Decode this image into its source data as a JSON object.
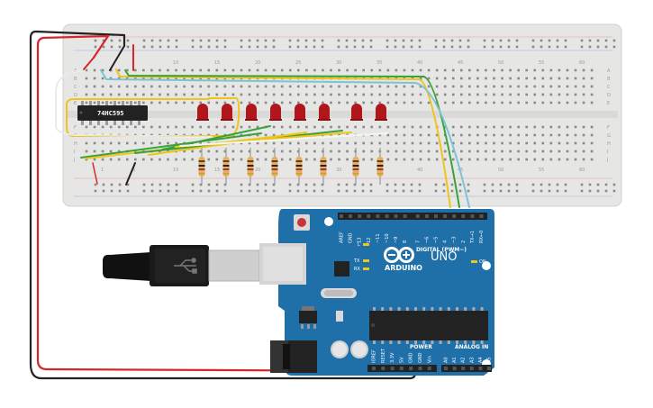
{
  "chip": {
    "label": "74HC595"
  },
  "breadboard": {
    "column_numbers_top": [
      "10",
      "15",
      "20",
      "25",
      "30",
      "35",
      "40",
      "45",
      "50",
      "55",
      "60"
    ],
    "column_numbers_bottom": [
      "1",
      "5",
      "10",
      "15",
      "20",
      "25",
      "30",
      "35",
      "40",
      "45",
      "50",
      "55",
      "60"
    ],
    "row_letters_right_top": [
      "A",
      "B",
      "C",
      "D",
      "E"
    ],
    "row_letters_right_bottom": [
      "F",
      "G",
      "H",
      "I",
      "J"
    ],
    "row_letters_left_top": [
      "A",
      "B",
      "C",
      "D",
      "E"
    ],
    "row_letters_left_bottom": [
      "F",
      "G",
      "H",
      "I",
      "J"
    ],
    "led_count": 8,
    "resistor_count": 8
  },
  "arduino": {
    "model_label": "UNO",
    "brand_label": "ARDUINO",
    "digital_header": "DIGITAL (PWM~)",
    "digital_pins_top": [
      "AREF",
      "GND",
      "13",
      "12",
      "~11",
      "~10",
      "~9",
      "8",
      "7",
      "~6",
      "~5",
      "4",
      "~3",
      "2",
      "TX→1",
      "RX←0"
    ],
    "power_header": "POWER",
    "analog_header": "ANALOG IN",
    "power_pins": [
      "IOREF",
      "RESET",
      "3.3V",
      "5V",
      "GND",
      "GND",
      "Vin"
    ],
    "analog_pins": [
      "A0",
      "A1",
      "A2",
      "A3",
      "A4",
      "A5"
    ],
    "on_label": "ON",
    "l_label": "L",
    "tx_label": "TX",
    "rx_label": "RX"
  },
  "colors": {
    "board_blue": "#1f6fa8",
    "breadboard": "#e8e8e6",
    "led_red": "#b0161b",
    "wire_red": "#d6262b",
    "wire_black": "#222222",
    "wire_green": "#3aa13a",
    "wire_yellow": "#f0c419",
    "wire_lightblue": "#7cc3d8",
    "wire_white": "#f5f5f5"
  }
}
